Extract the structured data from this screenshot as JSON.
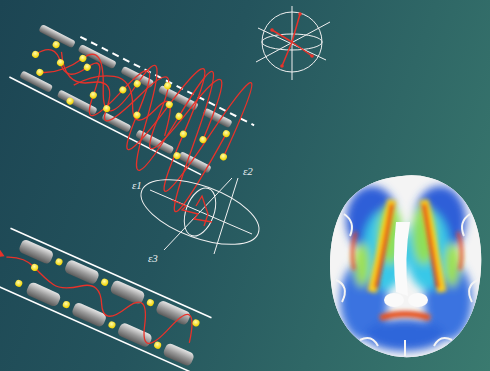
{
  "diagram": {
    "labels": [
      "ε1",
      "ε2",
      "ε3"
    ]
  }
}
